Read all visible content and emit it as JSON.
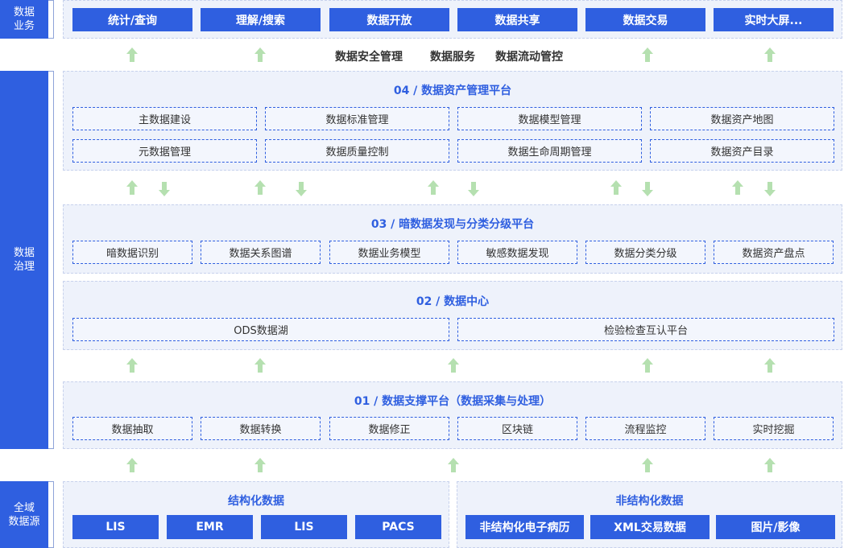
{
  "categories": {
    "business": "数据\n业务",
    "governance": "数据\n治理",
    "source": "全域\n数据源"
  },
  "business_buttons": [
    "统计/查询",
    "理解/搜索",
    "数据开放",
    "数据共享",
    "数据交易",
    "实时大屏..."
  ],
  "middle_labels": [
    "数据安全管理",
    "数据服务",
    "数据流动管控"
  ],
  "platform04": {
    "title": "04 / 数据资产管理平台",
    "row1": [
      "主数据建设",
      "数据标准管理",
      "数据模型管理",
      "数据资产地图"
    ],
    "row2": [
      "元数据管理",
      "数据质量控制",
      "数据生命周期管理",
      "数据资产目录"
    ]
  },
  "platform03": {
    "title": "03 / 暗数据发现与分类分级平台",
    "items": [
      "暗数据识别",
      "数据关系图谱",
      "数据业务模型",
      "敏感数据发现",
      "数据分类分级",
      "数据资产盘点"
    ]
  },
  "platform02": {
    "title": "02 / 数据中心",
    "items": [
      "ODS数据湖",
      "检验检查互认平台"
    ]
  },
  "platform01": {
    "title": "01 / 数据支撑平台（数据采集与处理）",
    "items": [
      "数据抽取",
      "数据转换",
      "数据修正",
      "区块链",
      "流程监控",
      "实时挖掘"
    ]
  },
  "sources": {
    "structured": {
      "title": "结构化数据",
      "items": [
        "LIS",
        "EMR",
        "LIS",
        "PACS"
      ]
    },
    "unstructured": {
      "title": "非结构化数据",
      "items": [
        "非结构化电子病历",
        "XML交易数据",
        "图片/影像"
      ]
    }
  },
  "colors": {
    "accent": "#2f5fe0",
    "panel_bg": "#eef2fb",
    "arrow": "#b5e0b0"
  },
  "icons": {
    "up": "arrow-up-icon",
    "down": "arrow-down-icon"
  }
}
